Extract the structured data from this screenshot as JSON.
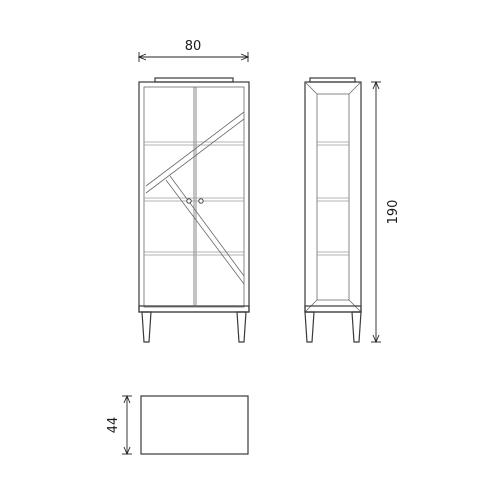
{
  "dimensions": {
    "width": "80",
    "height": "190",
    "depth": "44"
  },
  "colors": {
    "line": "#3a3a3a",
    "background": "#ffffff"
  }
}
